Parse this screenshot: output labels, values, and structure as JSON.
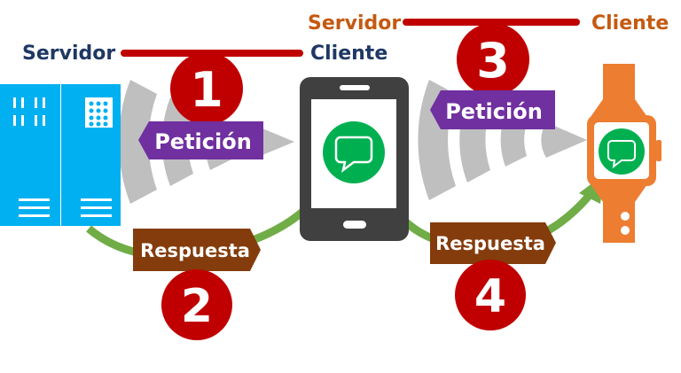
{
  "colors": {
    "navy": "#1f3864",
    "orange_text": "#c55a11",
    "red": "#c00000",
    "purple": "#7030a0",
    "brown": "#843c0c",
    "green_arrow": "#70ad47",
    "green_bubble": "#00b050",
    "server_blue": "#00b0f0",
    "phone_dark": "#404040",
    "watch_orange": "#ed7d31",
    "signal_gray": "#bfbfbf"
  },
  "diagram": {
    "left_pair": {
      "server_label": "Servidor",
      "client_label": "Cliente"
    },
    "right_pair": {
      "server_label": "Servidor",
      "client_label": "Cliente"
    },
    "steps": [
      {
        "number": "1",
        "label": "Petición"
      },
      {
        "number": "2",
        "label": "Respuesta"
      },
      {
        "number": "3",
        "label": "Petición"
      },
      {
        "number": "4",
        "label": "Respuesta"
      }
    ],
    "devices": [
      "server-icon",
      "smartphone-icon",
      "smartwatch-icon"
    ]
  }
}
